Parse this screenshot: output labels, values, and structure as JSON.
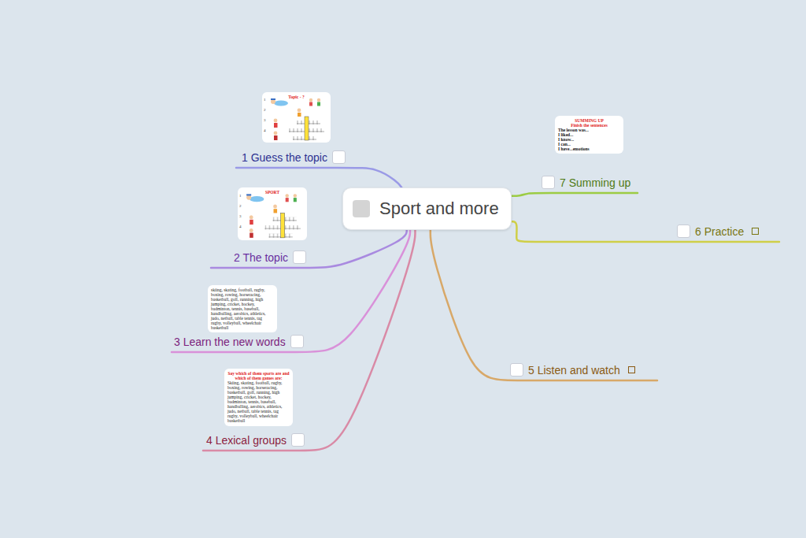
{
  "diagram": {
    "nodes": [
      {
        "text": [
          "Sport and more"
        ]
      },
      {
        "text": [
          "1 Guess the topic"
        ]
      },
      {
        "text": [
          "Topic - ?"
        ],
        "in": 1
      },
      {
        "text": [
          "2 The topic"
        ]
      },
      {
        "text": [
          "SPORT"
        ],
        "in": 3
      },
      {
        "text": [
          "3 Learn the new words"
        ]
      },
      {
        "text": [
          "skiing, skating, football, rugby, boxing, rowing, horseracing, basketball, golf, running, high jumping, cricket, hockey, badminton, tennis, baseball, handballing, aerobics, athletics, judo, netball, table tennis, tag rugby, volleyball, wheelchair basketball"
        ],
        "in": 5
      },
      {
        "text": [
          "4 Lexical groups"
        ]
      },
      {
        "text": [
          "Say which of them sports are and which of them games are:",
          "Skiing, skating, football, rugby, boxing, rowing, horseracing, basketball, golf, running, high jumping, cricket, hockey, badminton, tennis, baseball, handballing, aerobics, athletics, judo, netball, table tennis, tag rugby, volleyball, wheelchair basketball"
        ],
        "in": 7
      },
      {
        "text": [
          "5 Listen and watch"
        ]
      },
      {
        "text": [
          "6 Practice"
        ]
      },
      {
        "text": [
          "7 Summing up"
        ]
      },
      {
        "text": [
          "SUMMING UP",
          "Finish the sentences",
          "The lesson was...",
          "I liked...",
          "I know...",
          "I can...",
          "I have...emotions"
        ],
        "in": 11
      }
    ],
    "edges": [
      {
        "from": 0,
        "to": 1,
        "arrow": "none"
      },
      {
        "from": 0,
        "to": 3,
        "arrow": "none"
      },
      {
        "from": 0,
        "to": 5,
        "arrow": "none"
      },
      {
        "from": 0,
        "to": 7,
        "arrow": "none"
      },
      {
        "from": 0,
        "to": 9,
        "arrow": "none"
      },
      {
        "from": 0,
        "to": 10,
        "arrow": "none"
      },
      {
        "from": 0,
        "to": 11,
        "arrow": "none"
      }
    ],
    "labels": [
      "1",
      "2",
      "3",
      "4",
      "1",
      "2",
      "3",
      "4"
    ]
  }
}
